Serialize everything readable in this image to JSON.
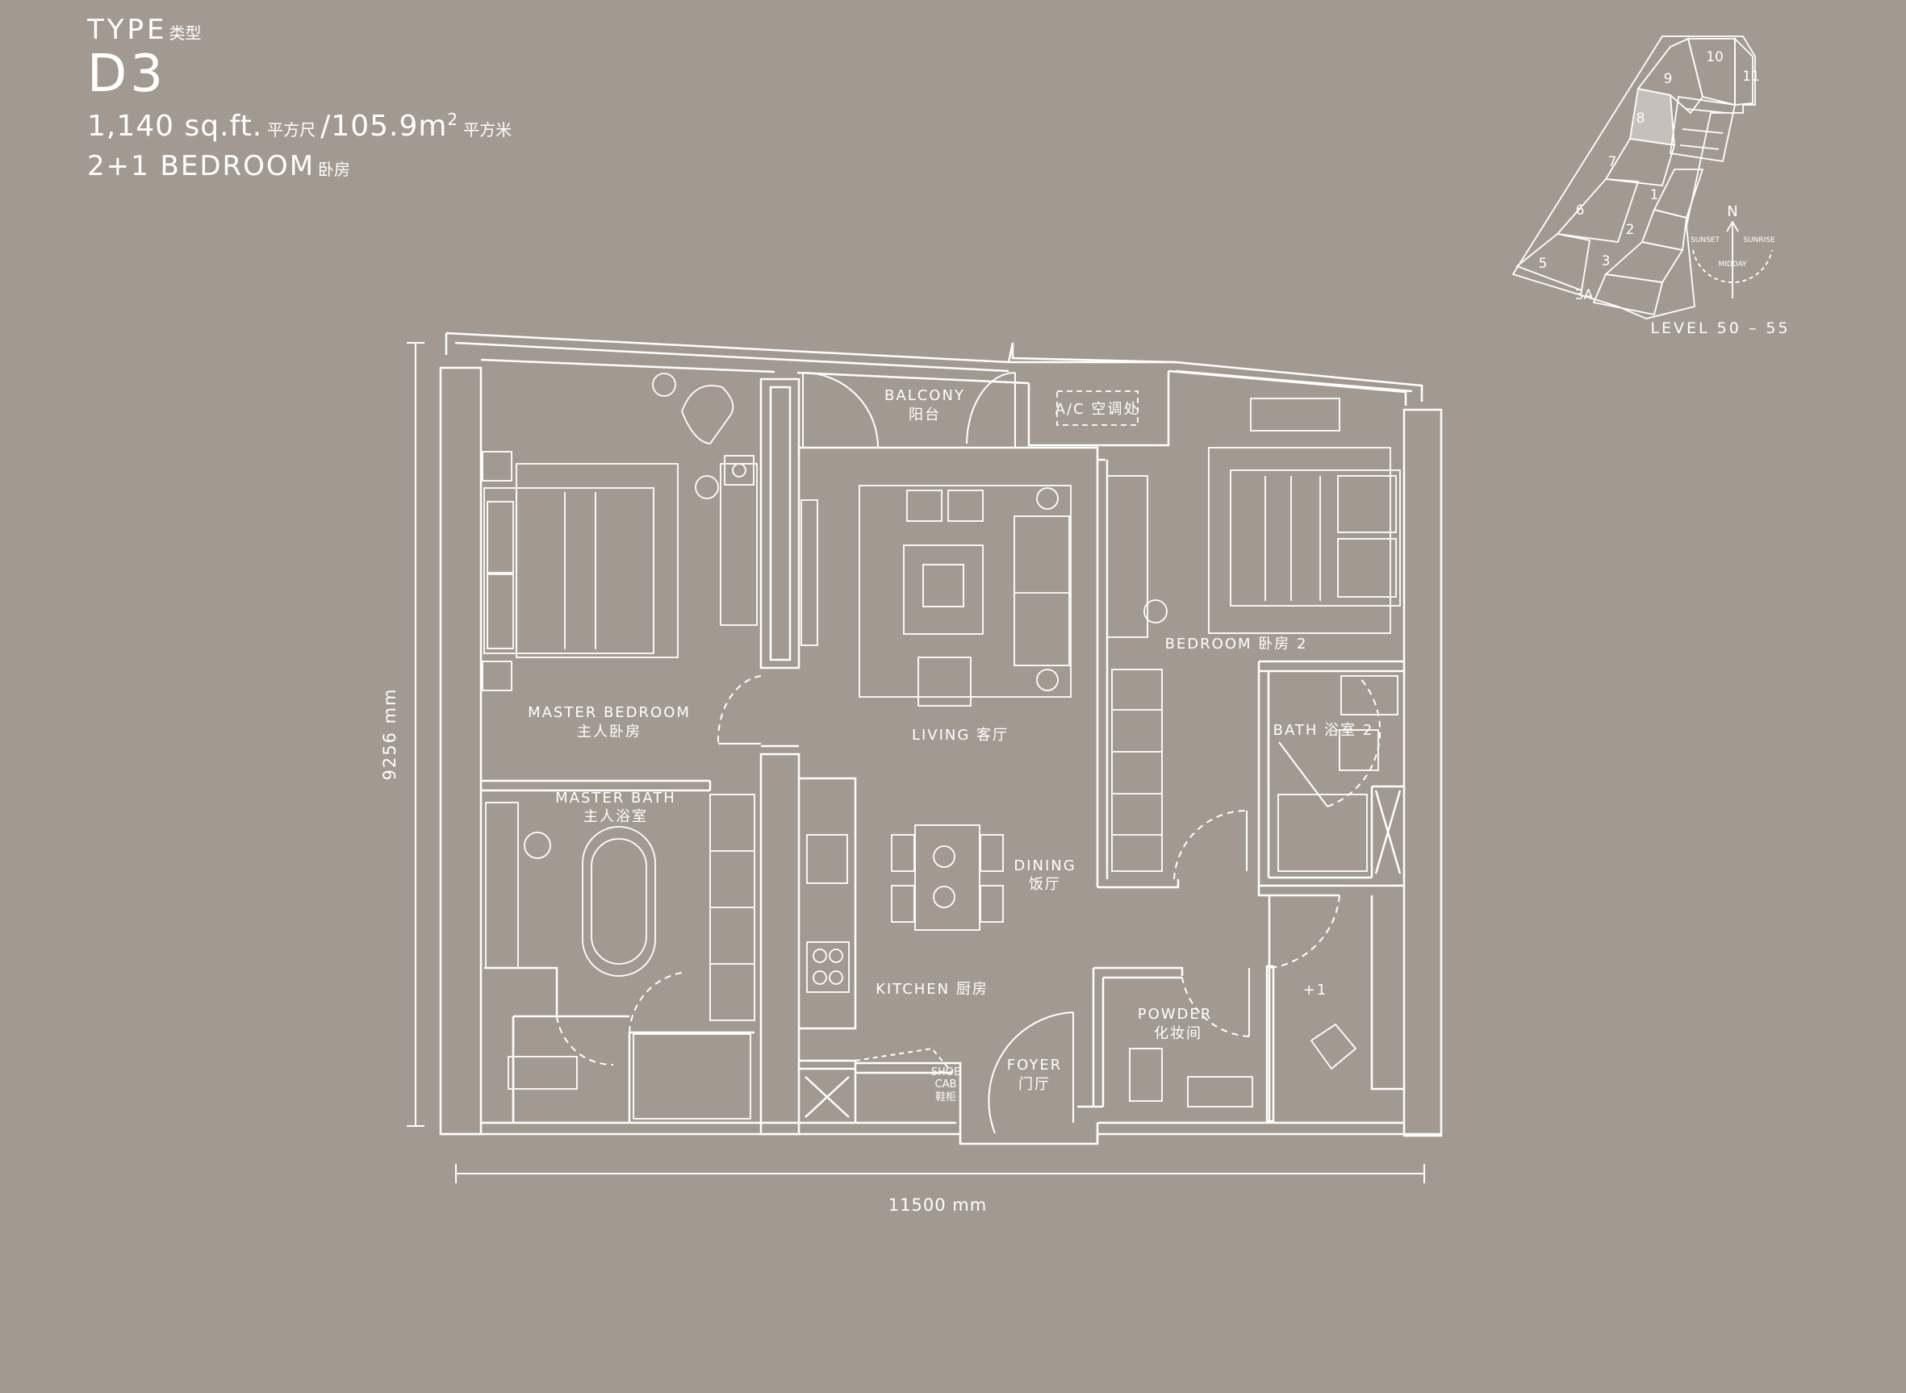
{
  "header": {
    "type_label": "TYPE",
    "type_cn": "类型",
    "unit_code": "D3",
    "area_sqft": "1,140 sq.ft.",
    "area_sqft_cn": "平方尺",
    "area_sqm": "/105.9m",
    "area_sqm_sup": "2",
    "area_sqm_cn": "平方米",
    "bedroom": "2+1 BEDROOM",
    "bedroom_cn": "卧房"
  },
  "rooms": {
    "balcony": "BALCONY",
    "balcony_cn": "阳台",
    "ac": "A/C 空调处",
    "master_bedroom": "MASTER BEDROOM",
    "master_bedroom_cn": "主人卧房",
    "living": "LIVING 客厅",
    "bedroom2": "BEDROOM 卧房 2",
    "bath2": "BATH 浴室 2",
    "master_bath": "MASTER BATH",
    "master_bath_cn": "主人浴室",
    "dining": "DINING",
    "dining_cn": "饭厅",
    "kitchen": "KITCHEN 厨房",
    "powder": "POWDER",
    "powder_cn": "化妆间",
    "plus_one": "+1",
    "shoe_1": "SHOE",
    "shoe_2": "CAB",
    "shoe_cn": "鞋柜",
    "foyer": "FOYER",
    "foyer_cn": "门厅"
  },
  "dimensions": {
    "height": "9256 mm",
    "width": "11500 mm"
  },
  "keyplan": {
    "units": [
      "10",
      "11",
      "9",
      "8",
      "7",
      "1",
      "6",
      "2",
      "5",
      "3",
      "3A"
    ],
    "highlighted_unit": "8",
    "north": "N",
    "sunset": "SUNSET",
    "sunrise": "SUNRISE",
    "midday": "MIDDAY",
    "level": "LEVEL 50 – 55"
  },
  "colors": {
    "background": "#a29a90",
    "line": "#ffffff",
    "highlight": "#c5c0b9"
  }
}
